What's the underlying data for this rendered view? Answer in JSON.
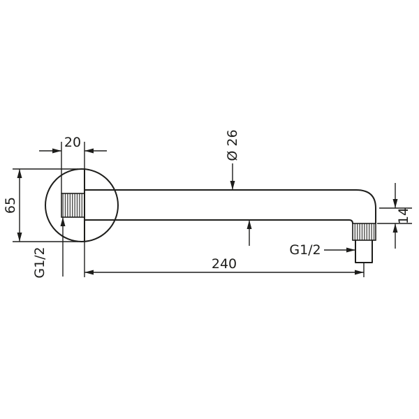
{
  "drawing": {
    "description": "shower-arm-technical-dimension-drawing",
    "labels": {
      "flange_depth": "20",
      "tube_diameter": "Ø 26",
      "flange_diameter": "65",
      "wall_thread": "G1/2",
      "length": "240",
      "outlet_thread": "G1/2",
      "outlet_height": "14"
    },
    "line_color": "#1d1d1b",
    "background": "#ffffff"
  }
}
